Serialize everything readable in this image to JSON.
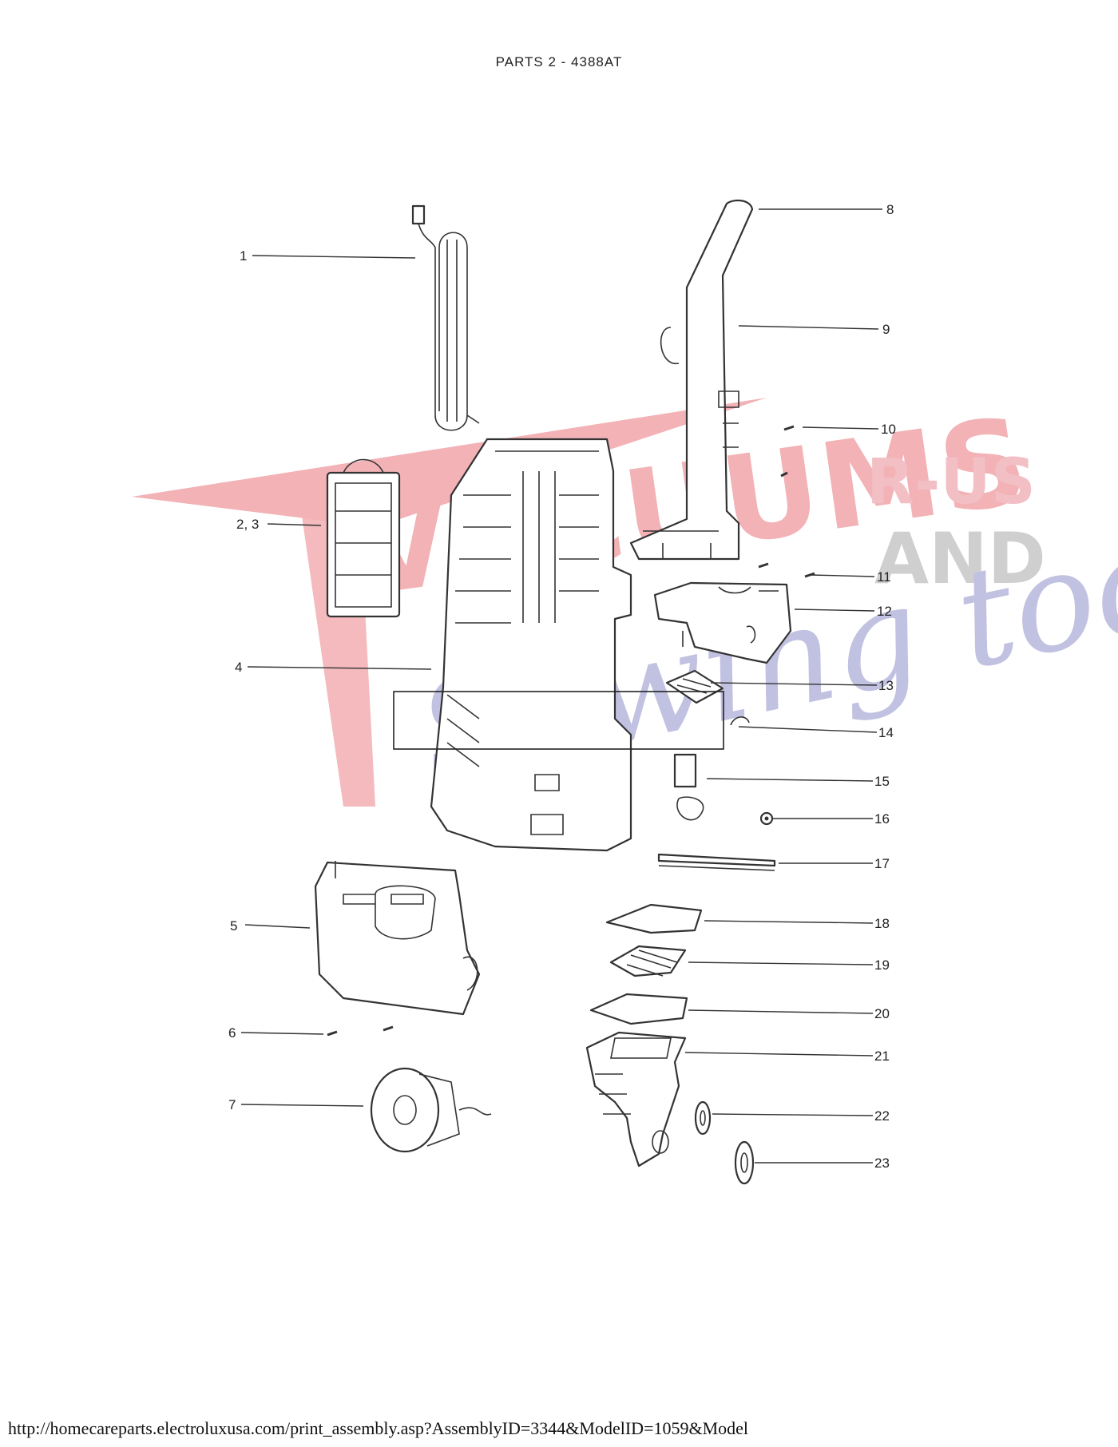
{
  "page": {
    "title": "PARTS 2 - 4388AT",
    "footer_url": "http://homecareparts.electroluxusa.com/print_assembly.asp?AssemblyID=3344&ModelID=1059&Model"
  },
  "diagram": {
    "callouts": [
      "1",
      "2, 3",
      "4",
      "5",
      "6",
      "7",
      "8",
      "9",
      "10",
      "11",
      "12",
      "13",
      "14",
      "15",
      "16",
      "17",
      "18",
      "19",
      "20",
      "21",
      "22",
      "23"
    ]
  },
  "watermark": {
    "brand_main": "VACUUMS",
    "brand_rus": "R-US",
    "brand_and": "AND",
    "brand_sewing": "Sewing too",
    "colors": {
      "red": "#e8737a",
      "gray": "#a8a8a8",
      "blue": "#8e8fc9"
    }
  }
}
